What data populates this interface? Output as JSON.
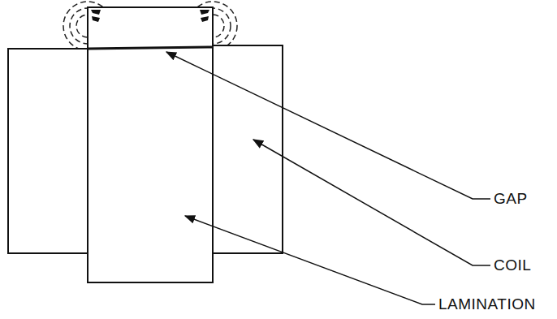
{
  "diagram": {
    "labels": [
      "GAP",
      "COIL",
      "LAMINATION"
    ]
  }
}
